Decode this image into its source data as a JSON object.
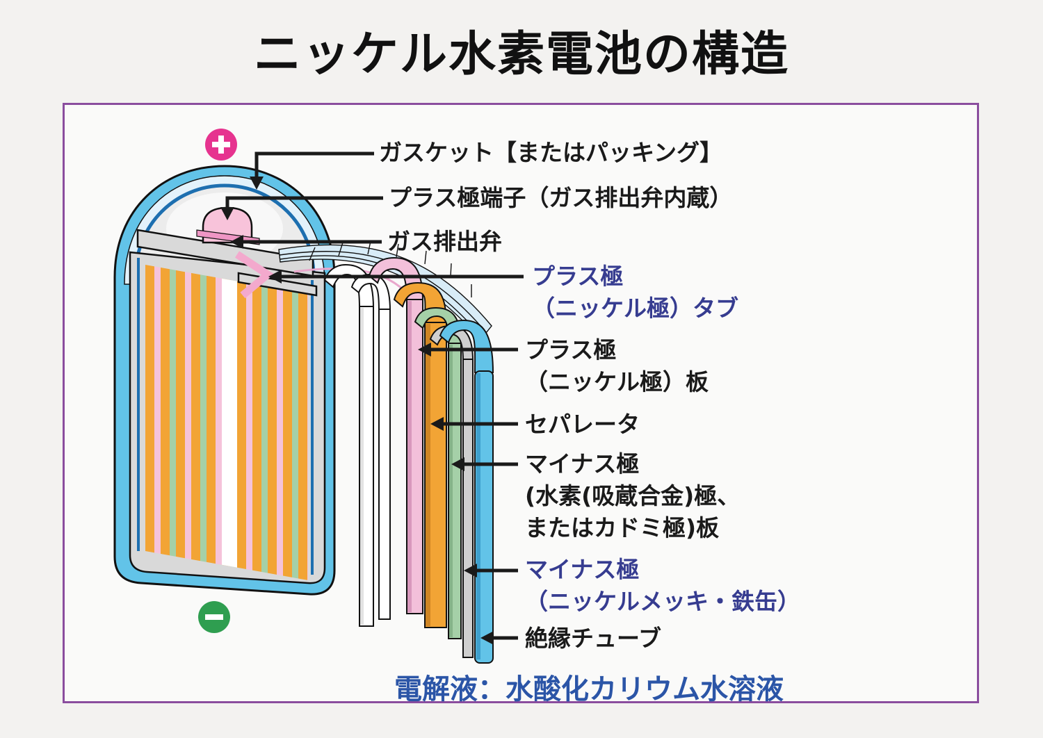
{
  "title": "ニッケル水素電池の構造",
  "badges": {
    "plus_icon": "plus-in-circle",
    "minus_icon": "minus-in-circle"
  },
  "labels": {
    "gasket": "ガスケット【またはパッキング】",
    "positive_terminal": "プラス極端子（ガス排出弁内蔵）",
    "gas_release_valve": "ガス排出弁",
    "positive_tab": {
      "line1": "プラス極",
      "line2": "（ニッケル極）タブ"
    },
    "positive_plate": {
      "line1": "プラス極",
      "line2": "（ニッケル極）板"
    },
    "separator": "セパレータ",
    "negative_plate": {
      "line1": "マイナス極",
      "line2": "(水素(吸蔵合金)極、",
      "line3": "またはカドミ極)板"
    },
    "negative_can": {
      "line1": "マイナス極",
      "line2": "（ニッケルメッキ・鉄缶）"
    },
    "insulating_tube": "絶縁チューブ",
    "electrolyte": "電解液：水酸化カリウム水溶液"
  },
  "colors": {
    "bg": "#f3f2f0",
    "panel_bg": "#fafaf9",
    "panel_border": "#8a4d9e",
    "label_black": "#1a1a1a",
    "label_navy": "#363c90",
    "label_blue": "#2b55a7",
    "arrow_black": "#1a1a1a",
    "plus_badge": "#e6338f",
    "minus_badge": "#2f9e50",
    "tube_blue": "#62c3e8",
    "can_gray": "#d9d9d9",
    "inner_blue_line": "#1d6fb0",
    "positive_pink": "#f3c0da",
    "separator_orange": "#f2a435",
    "negative_green": "#a5d0a8",
    "valve_pink": "#f8c3da",
    "tab_pink": "#f3a9cd"
  }
}
